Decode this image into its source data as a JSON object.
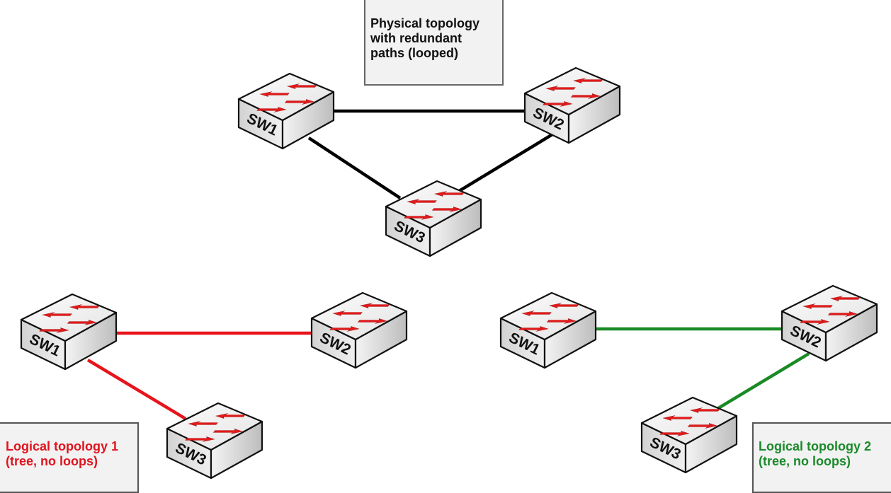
{
  "diagram": {
    "physical": {
      "label_lines": [
        "Physical topology",
        "with redundant",
        "paths (looped)"
      ],
      "link_color": "#000000",
      "switches": [
        {
          "id": "SW1",
          "label": "SW1"
        },
        {
          "id": "SW2",
          "label": "SW2"
        },
        {
          "id": "SW3",
          "label": "SW3"
        }
      ],
      "links": [
        [
          "SW1",
          "SW2"
        ],
        [
          "SW1",
          "SW3"
        ],
        [
          "SW2",
          "SW3"
        ]
      ]
    },
    "logical1": {
      "label_lines": [
        "Logical topology 1",
        "(tree, no loops)"
      ],
      "link_color": "#e8141c",
      "switches": [
        {
          "id": "SW1",
          "label": "SW1"
        },
        {
          "id": "SW2",
          "label": "SW2"
        },
        {
          "id": "SW3",
          "label": "SW3"
        }
      ],
      "links": [
        [
          "SW1",
          "SW2"
        ],
        [
          "SW1",
          "SW3"
        ]
      ]
    },
    "logical2": {
      "label_lines": [
        "Logical topology 2",
        "(tree, no loops)"
      ],
      "link_color": "#1a8a25",
      "switches": [
        {
          "id": "SW1",
          "label": "SW1"
        },
        {
          "id": "SW2",
          "label": "SW2"
        },
        {
          "id": "SW3",
          "label": "SW3"
        }
      ],
      "links": [
        [
          "SW1",
          "SW2"
        ],
        [
          "SW2",
          "SW3"
        ]
      ]
    },
    "colors": {
      "label1_text": "#e0141e",
      "label2_text": "#1b8a2a",
      "arrow_red": "#e21a1a",
      "box_fill": "#f2f2f2"
    },
    "icons": {
      "switch": "switch-icon"
    }
  }
}
